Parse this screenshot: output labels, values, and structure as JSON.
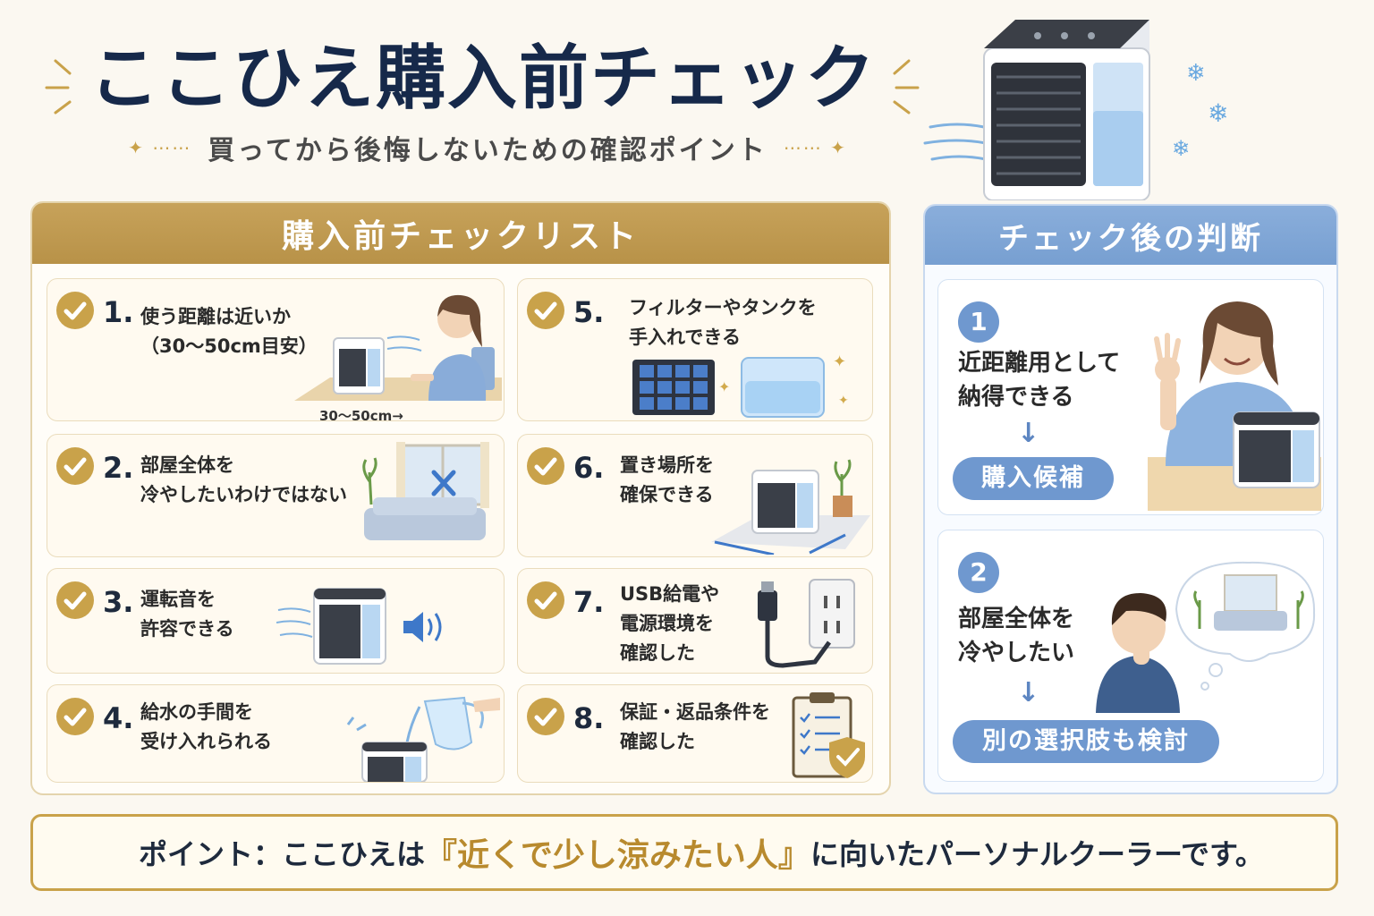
{
  "header": {
    "title": "ここひえ購入前チェック",
    "subtitle": "買ってから後悔しないための確認ポイント"
  },
  "checklist": {
    "heading": "購入前チェックリスト",
    "items": [
      {
        "number": "1.",
        "text": "使う距離は近いか\n（30〜50cm目安）",
        "caption": "30〜50cm→"
      },
      {
        "number": "2.",
        "text": "部屋全体を\n冷やしたいわけではない"
      },
      {
        "number": "3.",
        "text": "運転音を\n許容できる"
      },
      {
        "number": "4.",
        "text": "給水の手間を\n受け入れられる"
      },
      {
        "number": "5.",
        "text": "フィルターやタンクを\n手入れできる"
      },
      {
        "number": "6.",
        "text": "置き場所を\n確保できる"
      },
      {
        "number": "7.",
        "text": "USB給電や\n電源環境を\n確認した"
      },
      {
        "number": "8.",
        "text": "保証・返品条件を\n確認した"
      }
    ]
  },
  "decision": {
    "heading": "チェック後の判断",
    "cases": [
      {
        "number": "1",
        "text": "近距離用として\n納得できる",
        "arrow": "↓",
        "result": "購入候補"
      },
      {
        "number": "2",
        "text": "部屋全体を\n冷やしたい",
        "arrow": "↓",
        "result": "別の選択肢も検討"
      }
    ]
  },
  "footer": {
    "prefix": "ポイント：ここひえは",
    "highlight": "『近くで少し涼みたい人』",
    "suffix": "に向いたパーソナルクーラーです。"
  },
  "colors": {
    "gold": "#c9a24a",
    "navy": "#16294a",
    "blue": "#6f98cf"
  }
}
